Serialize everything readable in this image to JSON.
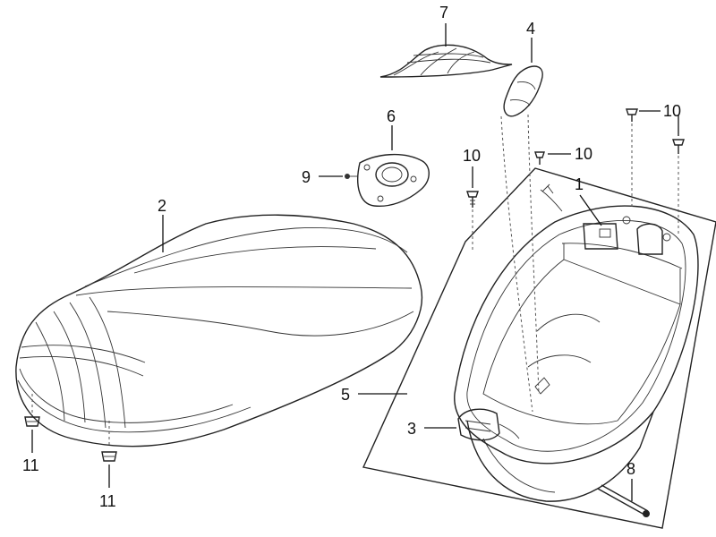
{
  "callouts": {
    "c1": "1",
    "c2": "2",
    "c3": "3",
    "c4": "4",
    "c5": "5",
    "c6": "6",
    "c7": "7",
    "c8": "8",
    "c9": "9",
    "c10a": "10",
    "c10b": "10",
    "c10c": "10",
    "c10d": "10",
    "c11a": "11",
    "c11b": "11"
  },
  "colors": {
    "line": "#222222",
    "background": "#ffffff",
    "shade": "#d9d9d9"
  }
}
